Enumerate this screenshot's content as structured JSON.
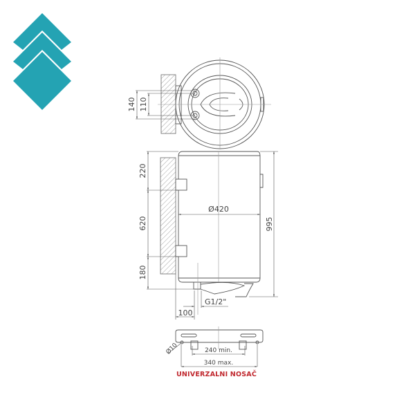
{
  "logo": {
    "icon": "stacked-chevrons-diamond-icon",
    "color": "#24a3b3"
  },
  "top_view": {
    "dim_outer": "140",
    "dim_inner": "110"
  },
  "side_view": {
    "dim_top": "220",
    "dim_middle": "620",
    "dim_bottom": "180",
    "diameter": "Ø420",
    "height": "995",
    "thread": "G1/2\"",
    "wall_offset": "100"
  },
  "bracket_view": {
    "hole_diameter": "Ø10",
    "min_span": "240 min.",
    "max_span": "340 max."
  },
  "caption": {
    "text": "UNIVERZALNI NOSAČ",
    "color": "#c0272d"
  },
  "colors": {
    "line": "#555555",
    "hatch": "#888888",
    "logo": "#24a3b3"
  }
}
